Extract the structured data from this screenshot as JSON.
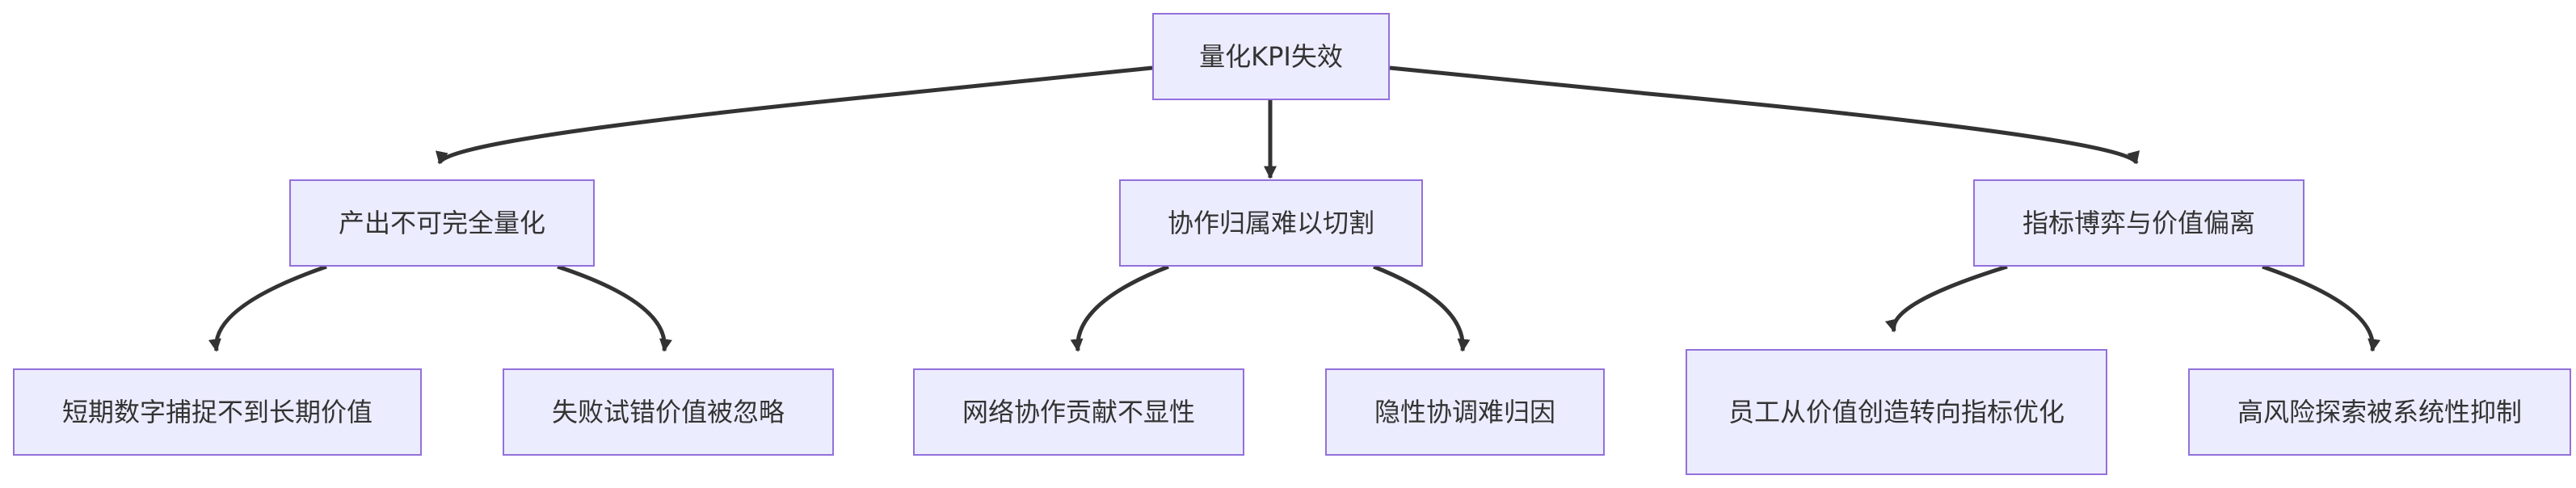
{
  "diagram": {
    "root": {
      "label": "量化KPI失效"
    },
    "causes": [
      {
        "label": "产出不可完全量化",
        "effects": [
          {
            "label": "短期数字捕捉不到长期价值"
          },
          {
            "label": "失败试错价值被忽略"
          }
        ]
      },
      {
        "label": "协作归属难以切割",
        "effects": [
          {
            "label": "网络协作贡献不显性"
          },
          {
            "label": "隐性协调难归因"
          }
        ]
      },
      {
        "label": "指标博弈与价值偏离",
        "effects": [
          {
            "label": "员工从价值创造转向指标优化"
          },
          {
            "label": "高风险探索被系统性抑制"
          }
        ]
      }
    ],
    "colors": {
      "node_fill": "#ececff",
      "node_border": "#9370db",
      "text": "#333333",
      "edge": "#333333"
    }
  }
}
